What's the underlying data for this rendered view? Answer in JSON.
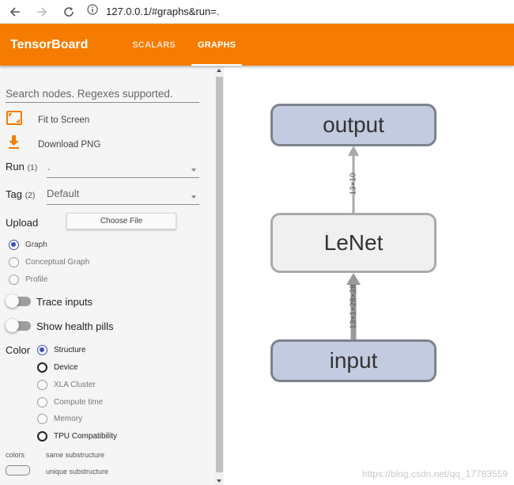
{
  "browser": {
    "url": "127.0.0.1/#graphs&run=."
  },
  "header": {
    "title": "TensorBoard",
    "tabs": [
      {
        "label": "SCALARS",
        "active": false
      },
      {
        "label": "GRAPHS",
        "active": true
      }
    ],
    "color": "#f57c00"
  },
  "sidebar": {
    "search_placeholder": "Search nodes. Regexes supported.",
    "fit_label": "Fit to Screen",
    "download_label": "Download PNG",
    "run": {
      "label": "Run",
      "count": "(1)",
      "value": "."
    },
    "tag": {
      "label": "Tag",
      "count": "(2)",
      "value": "Default"
    },
    "upload_label": "Upload",
    "choose_file": "Choose File",
    "graph_types": [
      {
        "label": "Graph",
        "checked": true
      },
      {
        "label": "Conceptual Graph",
        "checked": false
      },
      {
        "label": "Profile",
        "checked": false
      }
    ],
    "trace_inputs": "Trace inputs",
    "health_pills": "Show health pills",
    "color_label": "Color",
    "color_options": [
      {
        "label": "Structure",
        "checked": true,
        "enabled": true
      },
      {
        "label": "Device",
        "checked": false,
        "enabled": true
      },
      {
        "label": "XLA Cluster",
        "checked": false,
        "enabled": false
      },
      {
        "label": "Compute time",
        "checked": false,
        "enabled": false
      },
      {
        "label": "Memory",
        "checked": false,
        "enabled": false
      },
      {
        "label": "TPU Compatibility",
        "checked": false,
        "enabled": true
      }
    ],
    "legend": {
      "colors": "colors",
      "same": "same substructure",
      "unique": "unique substructure"
    }
  },
  "graph": {
    "nodes": [
      {
        "name": "output"
      },
      {
        "name": "LeNet"
      },
      {
        "name": "input"
      }
    ],
    "edges": [
      {
        "label": "13×10"
      },
      {
        "label": "13×1×28×28"
      }
    ],
    "op_color": "#c3cbe0",
    "meta_color": "#f0f0f0"
  },
  "watermark": "https://blog.csdn.net/qq_17783559"
}
